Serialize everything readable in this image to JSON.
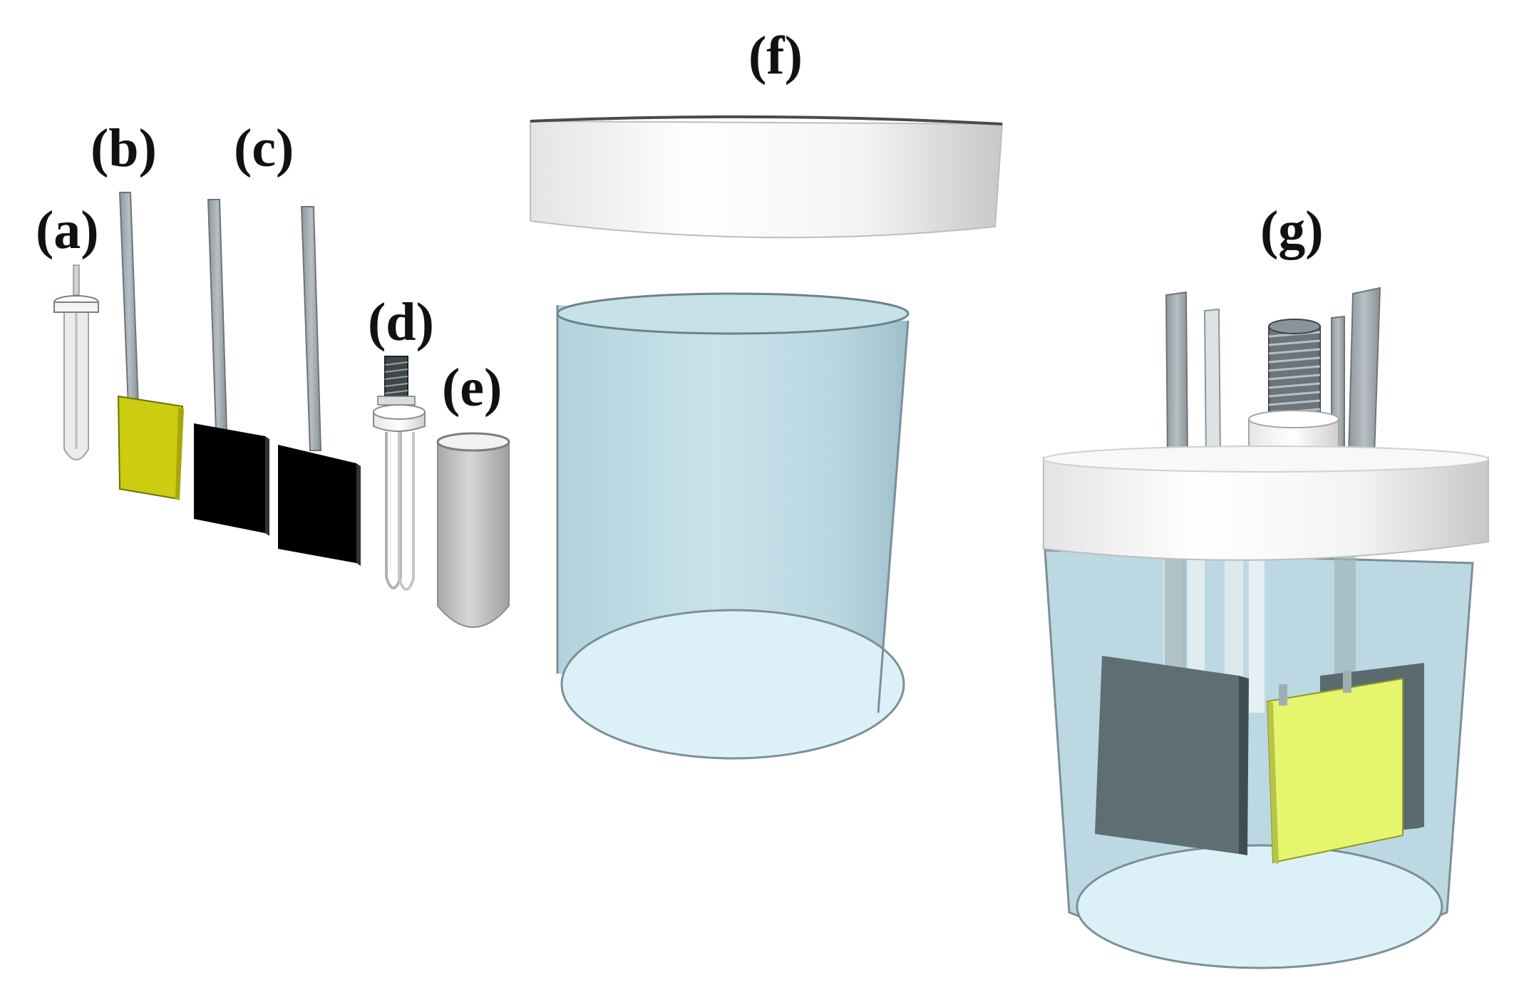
{
  "labels": {
    "a": "(a)",
    "b": "(b)",
    "c": "(c)",
    "d": "(d)",
    "e": "(e)",
    "f": "(f)",
    "g": "(g)"
  },
  "colors": {
    "background": "#ffffff",
    "gold_electrode": "#cccc10",
    "gold_electrode_assembled": "#e6f56e",
    "carbon_electrode": "#000000",
    "carbon_electrode_assembled": "#5e6e73",
    "rod": "#a4adb1",
    "cell_glass": "#bcd9e3",
    "cell_bottom": "#dcf1f7",
    "lid": "#f2f2f2",
    "tube": "#c4c4c4"
  },
  "icons": {
    "a": "reference-electrode-icon",
    "b": "gold-plate-electrode-icon",
    "c": "carbon-plate-electrodes-icon",
    "d": "lamp-heater-icon",
    "e": "glass-tube-icon",
    "f": "cell-body-and-lid-icon",
    "g": "assembled-cell-icon"
  }
}
